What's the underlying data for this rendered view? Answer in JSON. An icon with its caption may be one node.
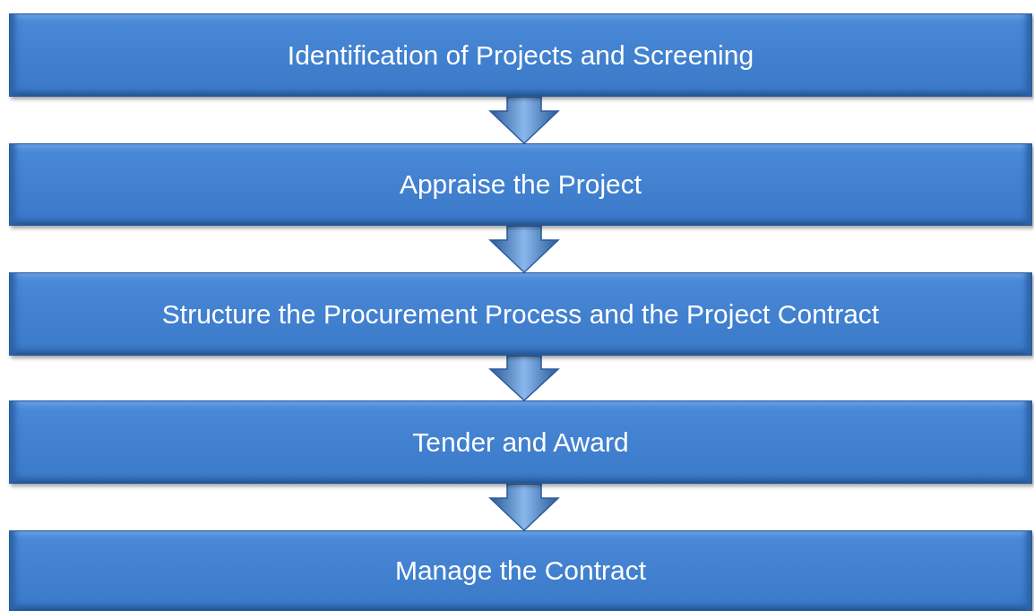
{
  "diagram": {
    "nodes": [
      {
        "text": [
          "Identification of Projects and Screening"
        ]
      },
      {
        "text": [
          "Appraise the Project"
        ]
      },
      {
        "text": [
          "Structure the Procurement Process and the Project Contract"
        ]
      },
      {
        "text": [
          "Tender and Award"
        ]
      },
      {
        "text": [
          "Manage the Contract"
        ]
      }
    ],
    "edges": [
      {
        "from": 0,
        "to": 1,
        "arrow": "to"
      },
      {
        "from": 1,
        "to": 2,
        "arrow": "to"
      },
      {
        "from": 2,
        "to": 3,
        "arrow": "to"
      },
      {
        "from": 3,
        "to": 4,
        "arrow": "to"
      }
    ]
  }
}
